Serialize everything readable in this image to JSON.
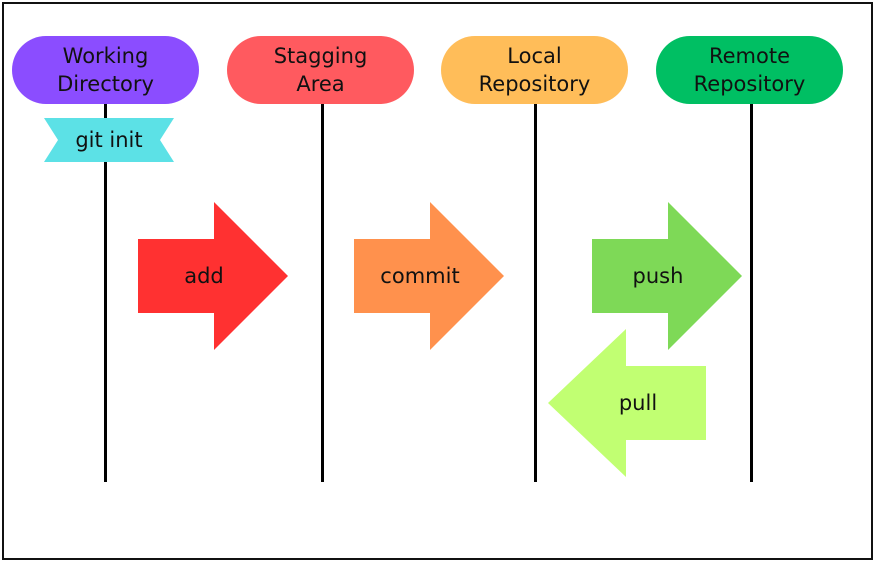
{
  "stages": [
    {
      "label": "Working\nDirectory",
      "color": "#8b4dff"
    },
    {
      "label": "Stagging\nArea",
      "color": "#ff5a5f"
    },
    {
      "label": "Local\nRepository",
      "color": "#ffbd59"
    },
    {
      "label": "Remote\nRepository",
      "color": "#00bf63"
    }
  ],
  "init_tag": {
    "label": "git init",
    "color": "#5ce1e6"
  },
  "commands": [
    {
      "label": "add",
      "color": "#ff3131",
      "direction": "right"
    },
    {
      "label": "commit",
      "color": "#ff914d",
      "direction": "right"
    },
    {
      "label": "push",
      "color": "#7ed957",
      "direction": "right"
    },
    {
      "label": "pull",
      "color": "#c1ff72",
      "direction": "left"
    }
  ]
}
